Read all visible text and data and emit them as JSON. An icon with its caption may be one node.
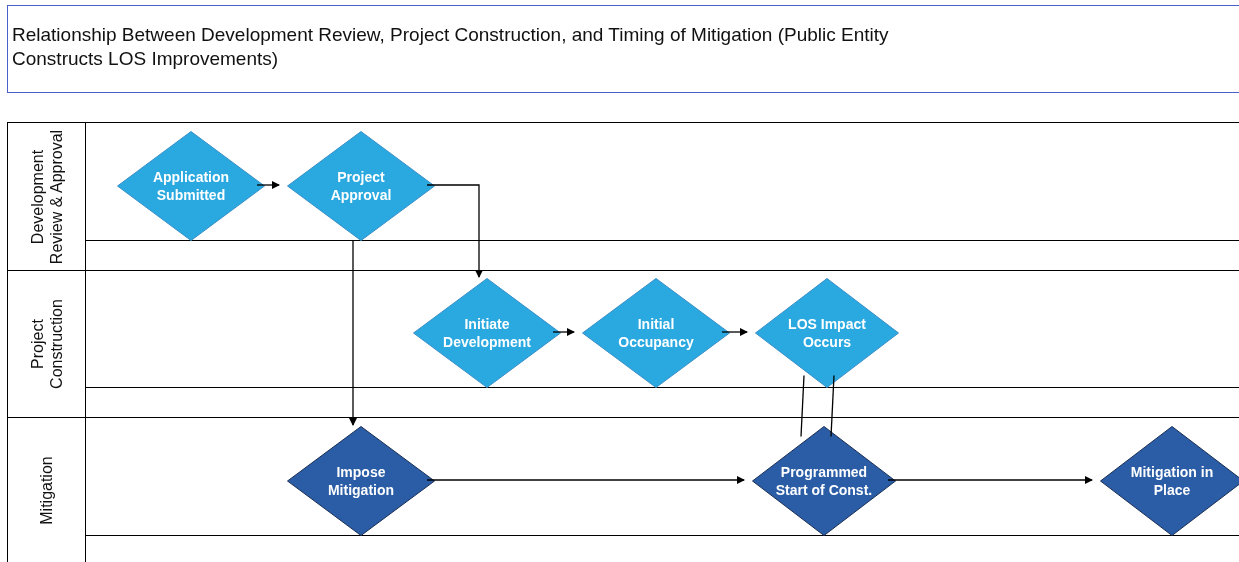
{
  "diagram": {
    "title": "Relationship Between Development Review, Project Construction, and Timing of Mitigation (Public Entity Constructs LOS Improvements)",
    "nodes": [
      {
        "text": [
          "Development Review & Approval"
        ]
      },
      {
        "text": [
          "Project Construction"
        ]
      },
      {
        "text": [
          "Mitigation"
        ]
      },
      {
        "text": [
          "Application Submitted"
        ],
        "in": 0
      },
      {
        "text": [
          "Project Approval"
        ],
        "in": 0
      },
      {
        "text": [
          "Initiate Development"
        ],
        "in": 1
      },
      {
        "text": [
          "Initial Occupancy"
        ],
        "in": 1
      },
      {
        "text": [
          "LOS Impact Occurs"
        ],
        "in": 1
      },
      {
        "text": [
          "Impose Mitigation"
        ],
        "in": 2
      },
      {
        "text": [
          "Programmed Start of Const."
        ],
        "in": 2
      },
      {
        "text": [
          "Mitigation in Place"
        ],
        "in": 2
      }
    ],
    "edges": [
      {
        "from": 3,
        "to": 4,
        "arrow": "to"
      },
      {
        "from": 4,
        "to": 5,
        "arrow": "to"
      },
      {
        "from": 4,
        "to": 8,
        "arrow": "to"
      },
      {
        "from": 5,
        "to": 6,
        "arrow": "to"
      },
      {
        "from": 6,
        "to": 7,
        "arrow": "to"
      },
      {
        "from": 7,
        "to": 9,
        "arrow": "none"
      },
      {
        "from": 7,
        "to": 9,
        "arrow": "none"
      },
      {
        "from": 8,
        "to": 9,
        "arrow": "to"
      },
      {
        "from": 9,
        "to": 10,
        "arrow": "to"
      }
    ]
  }
}
